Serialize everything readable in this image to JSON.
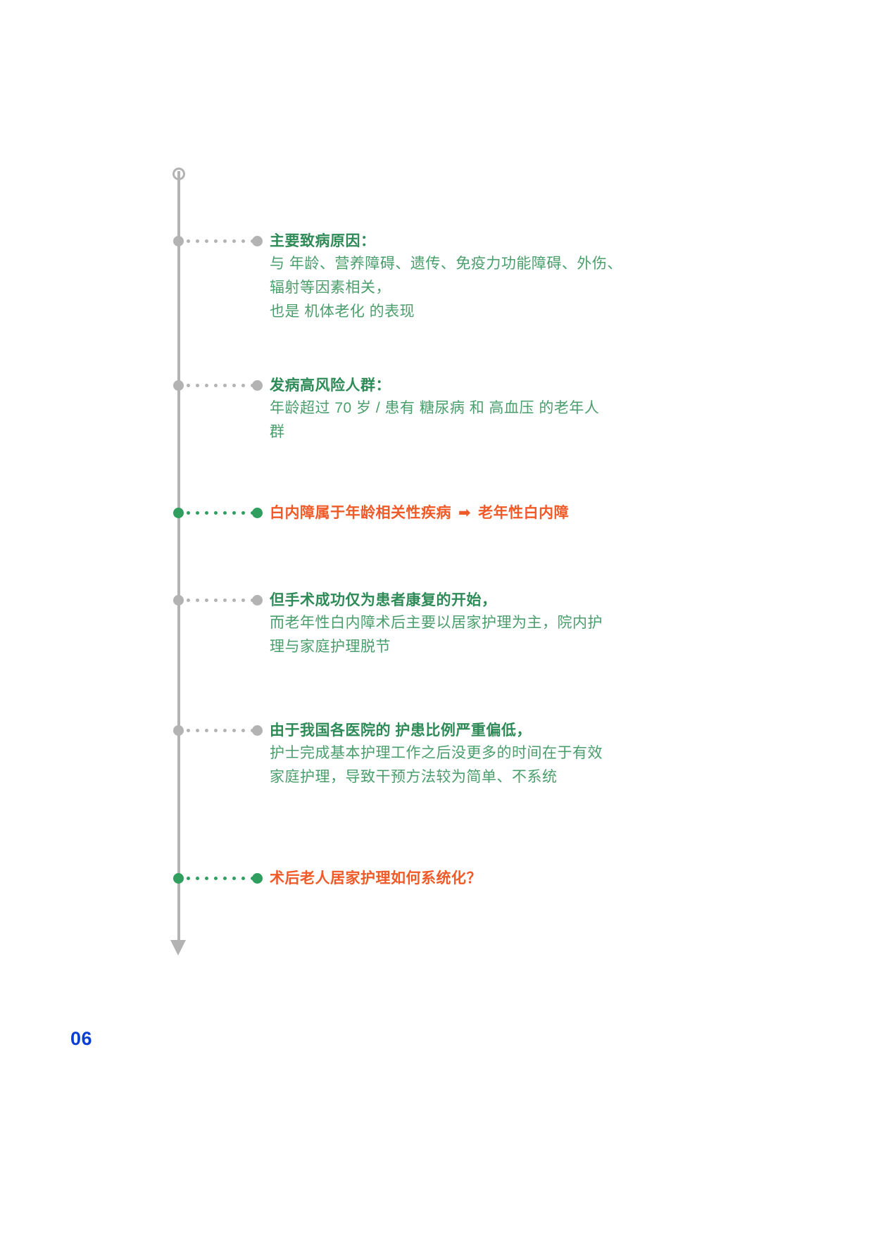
{
  "page": {
    "number": "06"
  },
  "timeline": {
    "items": [
      {
        "marker": "grey",
        "type": "heading-body",
        "heading": "主要致病原因：",
        "body_lines": [
          "与 年龄、营养障碍、遗传、免疫力功能障碍、外伤、",
          "辐射等因素相关，",
          "也是 机体老化 的表现"
        ]
      },
      {
        "marker": "grey",
        "type": "heading-body",
        "heading": "发病高风险人群：",
        "body_lines": [
          "年龄超过 70 岁 / 患有 糖尿病 和 高血压 的老年人",
          "群"
        ]
      },
      {
        "marker": "green",
        "type": "accent",
        "accent_left": "白内障属于年龄相关性疾病",
        "accent_arrow": "➡",
        "accent_right": "老年性白内障"
      },
      {
        "marker": "grey",
        "type": "heading-body",
        "heading": "但手术成功仅为患者康复的开始",
        "heading_tail": "，",
        "body_lines": [
          "而老年性白内障术后主要以居家护理为主，院内护",
          "理与家庭护理脱节"
        ]
      },
      {
        "marker": "grey",
        "type": "heading-body",
        "heading": "由于我国各医院的 护患比例严重偏低",
        "heading_tail": "，",
        "body_lines": [
          "护士完成基本护理工作之后没更多的时间在于有效",
          "家庭护理，导致干预方法较为简单、不系统"
        ]
      },
      {
        "marker": "green",
        "type": "accent",
        "accent_left": "术后老人居家护理如何系统化？",
        "accent_arrow": "",
        "accent_right": ""
      }
    ]
  },
  "colors": {
    "green_heading": "#2e8b57",
    "green_body": "#4a9e6b",
    "orange_accent": "#f05a28",
    "grey_line": "#b3b3b3",
    "green_dot": "#2f9e5e",
    "page_number": "#0b3fd4"
  }
}
